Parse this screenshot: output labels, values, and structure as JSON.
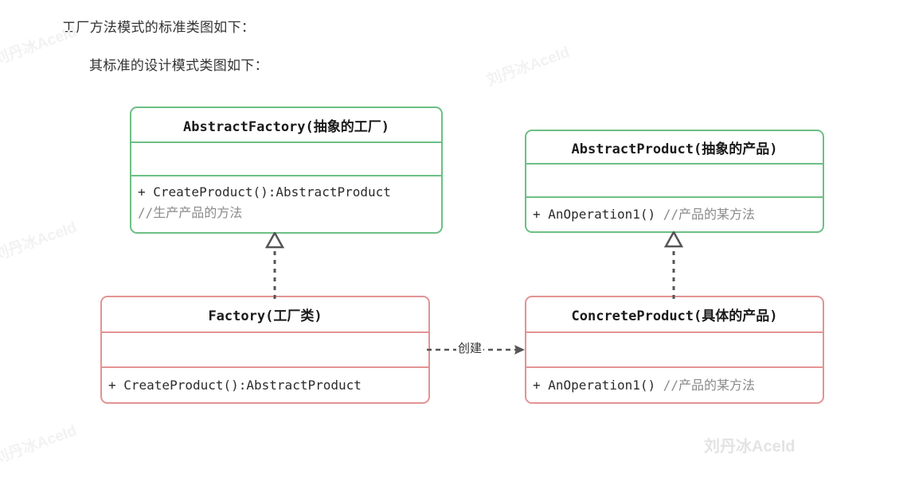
{
  "prose": {
    "line_1": "工厂方法模式的标准类图如下：",
    "line_2": "其标准的设计模式类图如下："
  },
  "watermarks": {
    "text": "刘丹冰AceId"
  },
  "palette": {
    "abstract_border": "#6cbf84",
    "concrete_border": "#e39393",
    "connector": "#555555",
    "text": "#2b2b2b",
    "comment": "#8a8a8a",
    "watermark": "#f2f2f2"
  },
  "diagram": {
    "type": "uml-class-diagram",
    "title": "工厂方法模式标准类图",
    "classes": [
      {
        "id": "abstract-factory",
        "name": "AbstractFactory(抽象的工厂)",
        "stereotype": "abstract",
        "border_color": "#6cbf84",
        "attributes": [],
        "operations": [
          {
            "signature": "+ CreateProduct():AbstractProduct",
            "comment": ""
          },
          {
            "signature": "",
            "comment": "//生产产品的方法"
          }
        ]
      },
      {
        "id": "abstract-product",
        "name": "AbstractProduct(抽象的产品)",
        "stereotype": "abstract",
        "border_color": "#6cbf84",
        "attributes": [],
        "operations": [
          {
            "signature": "+ AnOperation1() ",
            "comment": "//产品的某方法"
          }
        ]
      },
      {
        "id": "factory",
        "name": "Factory(工厂类)",
        "stereotype": "concrete",
        "border_color": "#e39393",
        "attributes": [],
        "operations": [
          {
            "signature": "+ CreateProduct():AbstractProduct",
            "comment": ""
          }
        ]
      },
      {
        "id": "concrete-product",
        "name": "ConcreteProduct(具体的产品)",
        "stereotype": "concrete",
        "border_color": "#e39393",
        "attributes": [],
        "operations": [
          {
            "signature": "+ AnOperation1() ",
            "comment": "//产品的某方法"
          }
        ]
      }
    ],
    "relations": [
      {
        "id": "factory-realizes-abstract-factory",
        "kind": "realization",
        "from": "factory",
        "to": "abstract-factory",
        "label": "",
        "arrowhead": "hollow-triangle",
        "line": "dashed"
      },
      {
        "id": "concrete-product-realizes-abstract-product",
        "kind": "realization",
        "from": "concrete-product",
        "to": "abstract-product",
        "label": "",
        "arrowhead": "hollow-triangle",
        "line": "dashed"
      },
      {
        "id": "factory-creates-concrete-product",
        "kind": "dependency",
        "from": "factory",
        "to": "concrete-product",
        "label": "创建",
        "arrowhead": "open-arrow",
        "line": "dashed"
      }
    ]
  }
}
